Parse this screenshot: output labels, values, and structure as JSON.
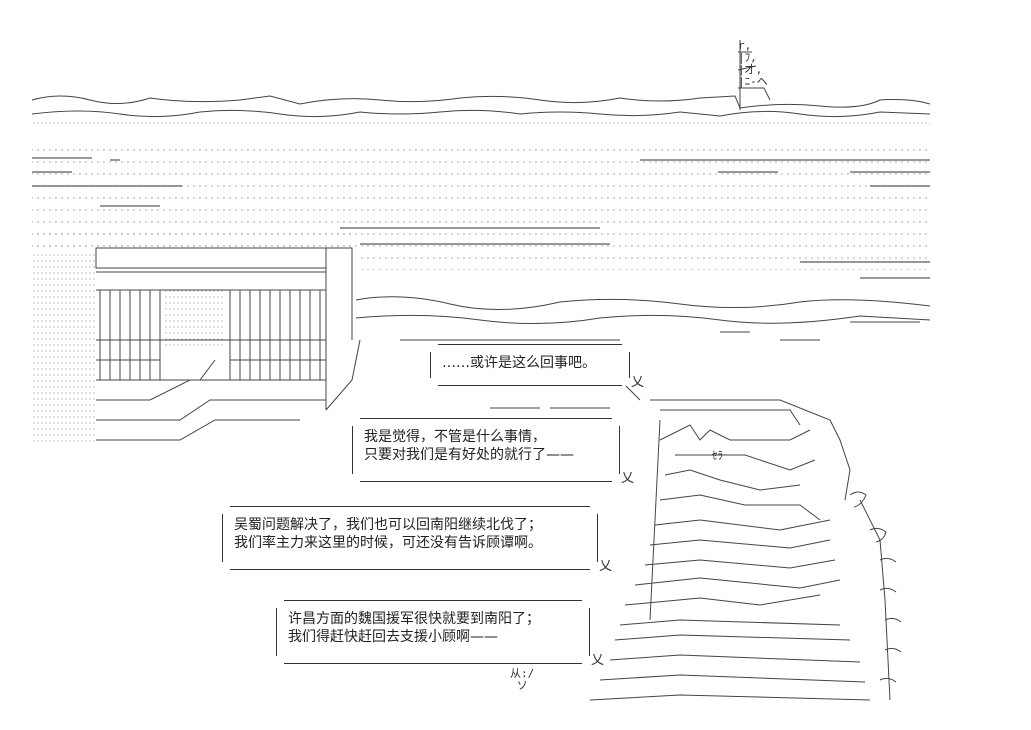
{
  "bubbles": [
    {
      "id": "b1",
      "lines": [
        "……或许是这么回事吧。"
      ]
    },
    {
      "id": "b2",
      "lines": [
        "我是觉得，不管是什么事情，",
        "只要对我们是有好处的就行了——"
      ]
    },
    {
      "id": "b3",
      "lines": [
        "吴蜀问题解决了，我们也可以回南阳继续北伐了；",
        "我们率主力来这里的时候，可还没有告诉顾谭啊。"
      ]
    },
    {
      "id": "b4",
      "lines": [
        "许昌方面的魏国援军很快就要到南阳了；",
        "我们得赶快赶回去支援小顾啊——"
      ]
    }
  ],
  "art_marks": {
    "tower": "r,\n|ﾌ,\n|才,\n|ﾆ-ヘ",
    "sign": "从:/\n ソ",
    "robe_label": "ｾﾗ"
  }
}
